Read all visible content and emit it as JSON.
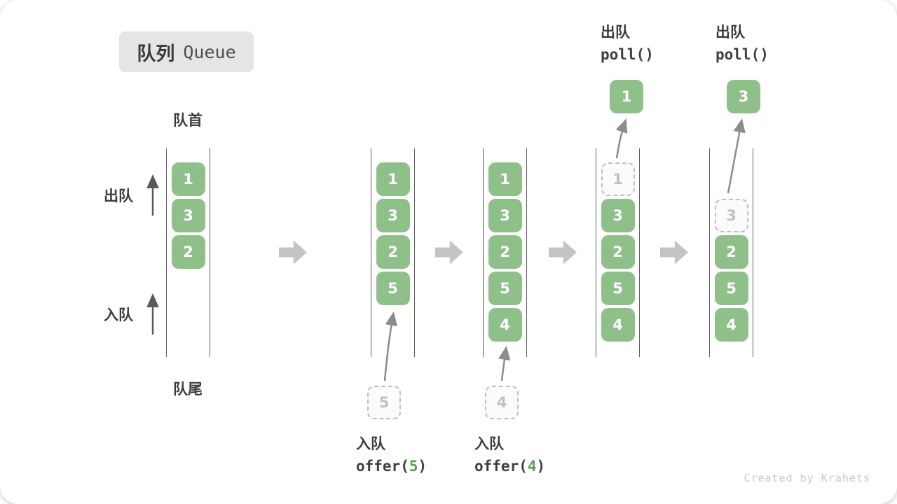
{
  "title": {
    "zh": "队列",
    "en": "Queue"
  },
  "labels": {
    "front": "队首",
    "rear": "队尾",
    "dequeue": "出队",
    "enqueue": "入队"
  },
  "operations": {
    "enqueue5": {
      "label": "入队",
      "fn": "offer(",
      "arg": "5",
      "close": ")"
    },
    "enqueue4": {
      "label": "入队",
      "fn": "offer(",
      "arg": "4",
      "close": ")"
    },
    "poll1": {
      "label": "出队",
      "code": "poll()",
      "result": "1"
    },
    "poll2": {
      "label": "出队",
      "code": "poll()",
      "result": "3"
    }
  },
  "states": [
    {
      "blocks": [
        "1",
        "3",
        "2"
      ]
    },
    {
      "blocks": [
        "1",
        "3",
        "2",
        "5"
      ],
      "pending": "5"
    },
    {
      "blocks": [
        "1",
        "3",
        "2",
        "5",
        "4"
      ],
      "pending": "4"
    },
    {
      "ghost": "1",
      "blocks": [
        "3",
        "2",
        "5",
        "4"
      ]
    },
    {
      "ghost": "3",
      "blocks": [
        "2",
        "5",
        "4"
      ]
    }
  ],
  "watermark": "Created by Krahets",
  "colors": {
    "block_green": "#8FC08A",
    "code_green": "#5C9E52",
    "transition_arrow_gray": "#C4C4C4",
    "ghost_gray": "#C0C0C0",
    "text_dark": "#3C3C3C"
  }
}
